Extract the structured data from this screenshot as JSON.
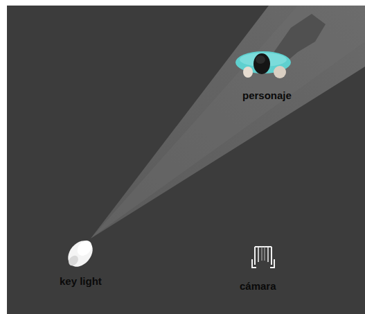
{
  "diagram": {
    "labels": [
      "personaje",
      "key light",
      "cámara"
    ]
  }
}
